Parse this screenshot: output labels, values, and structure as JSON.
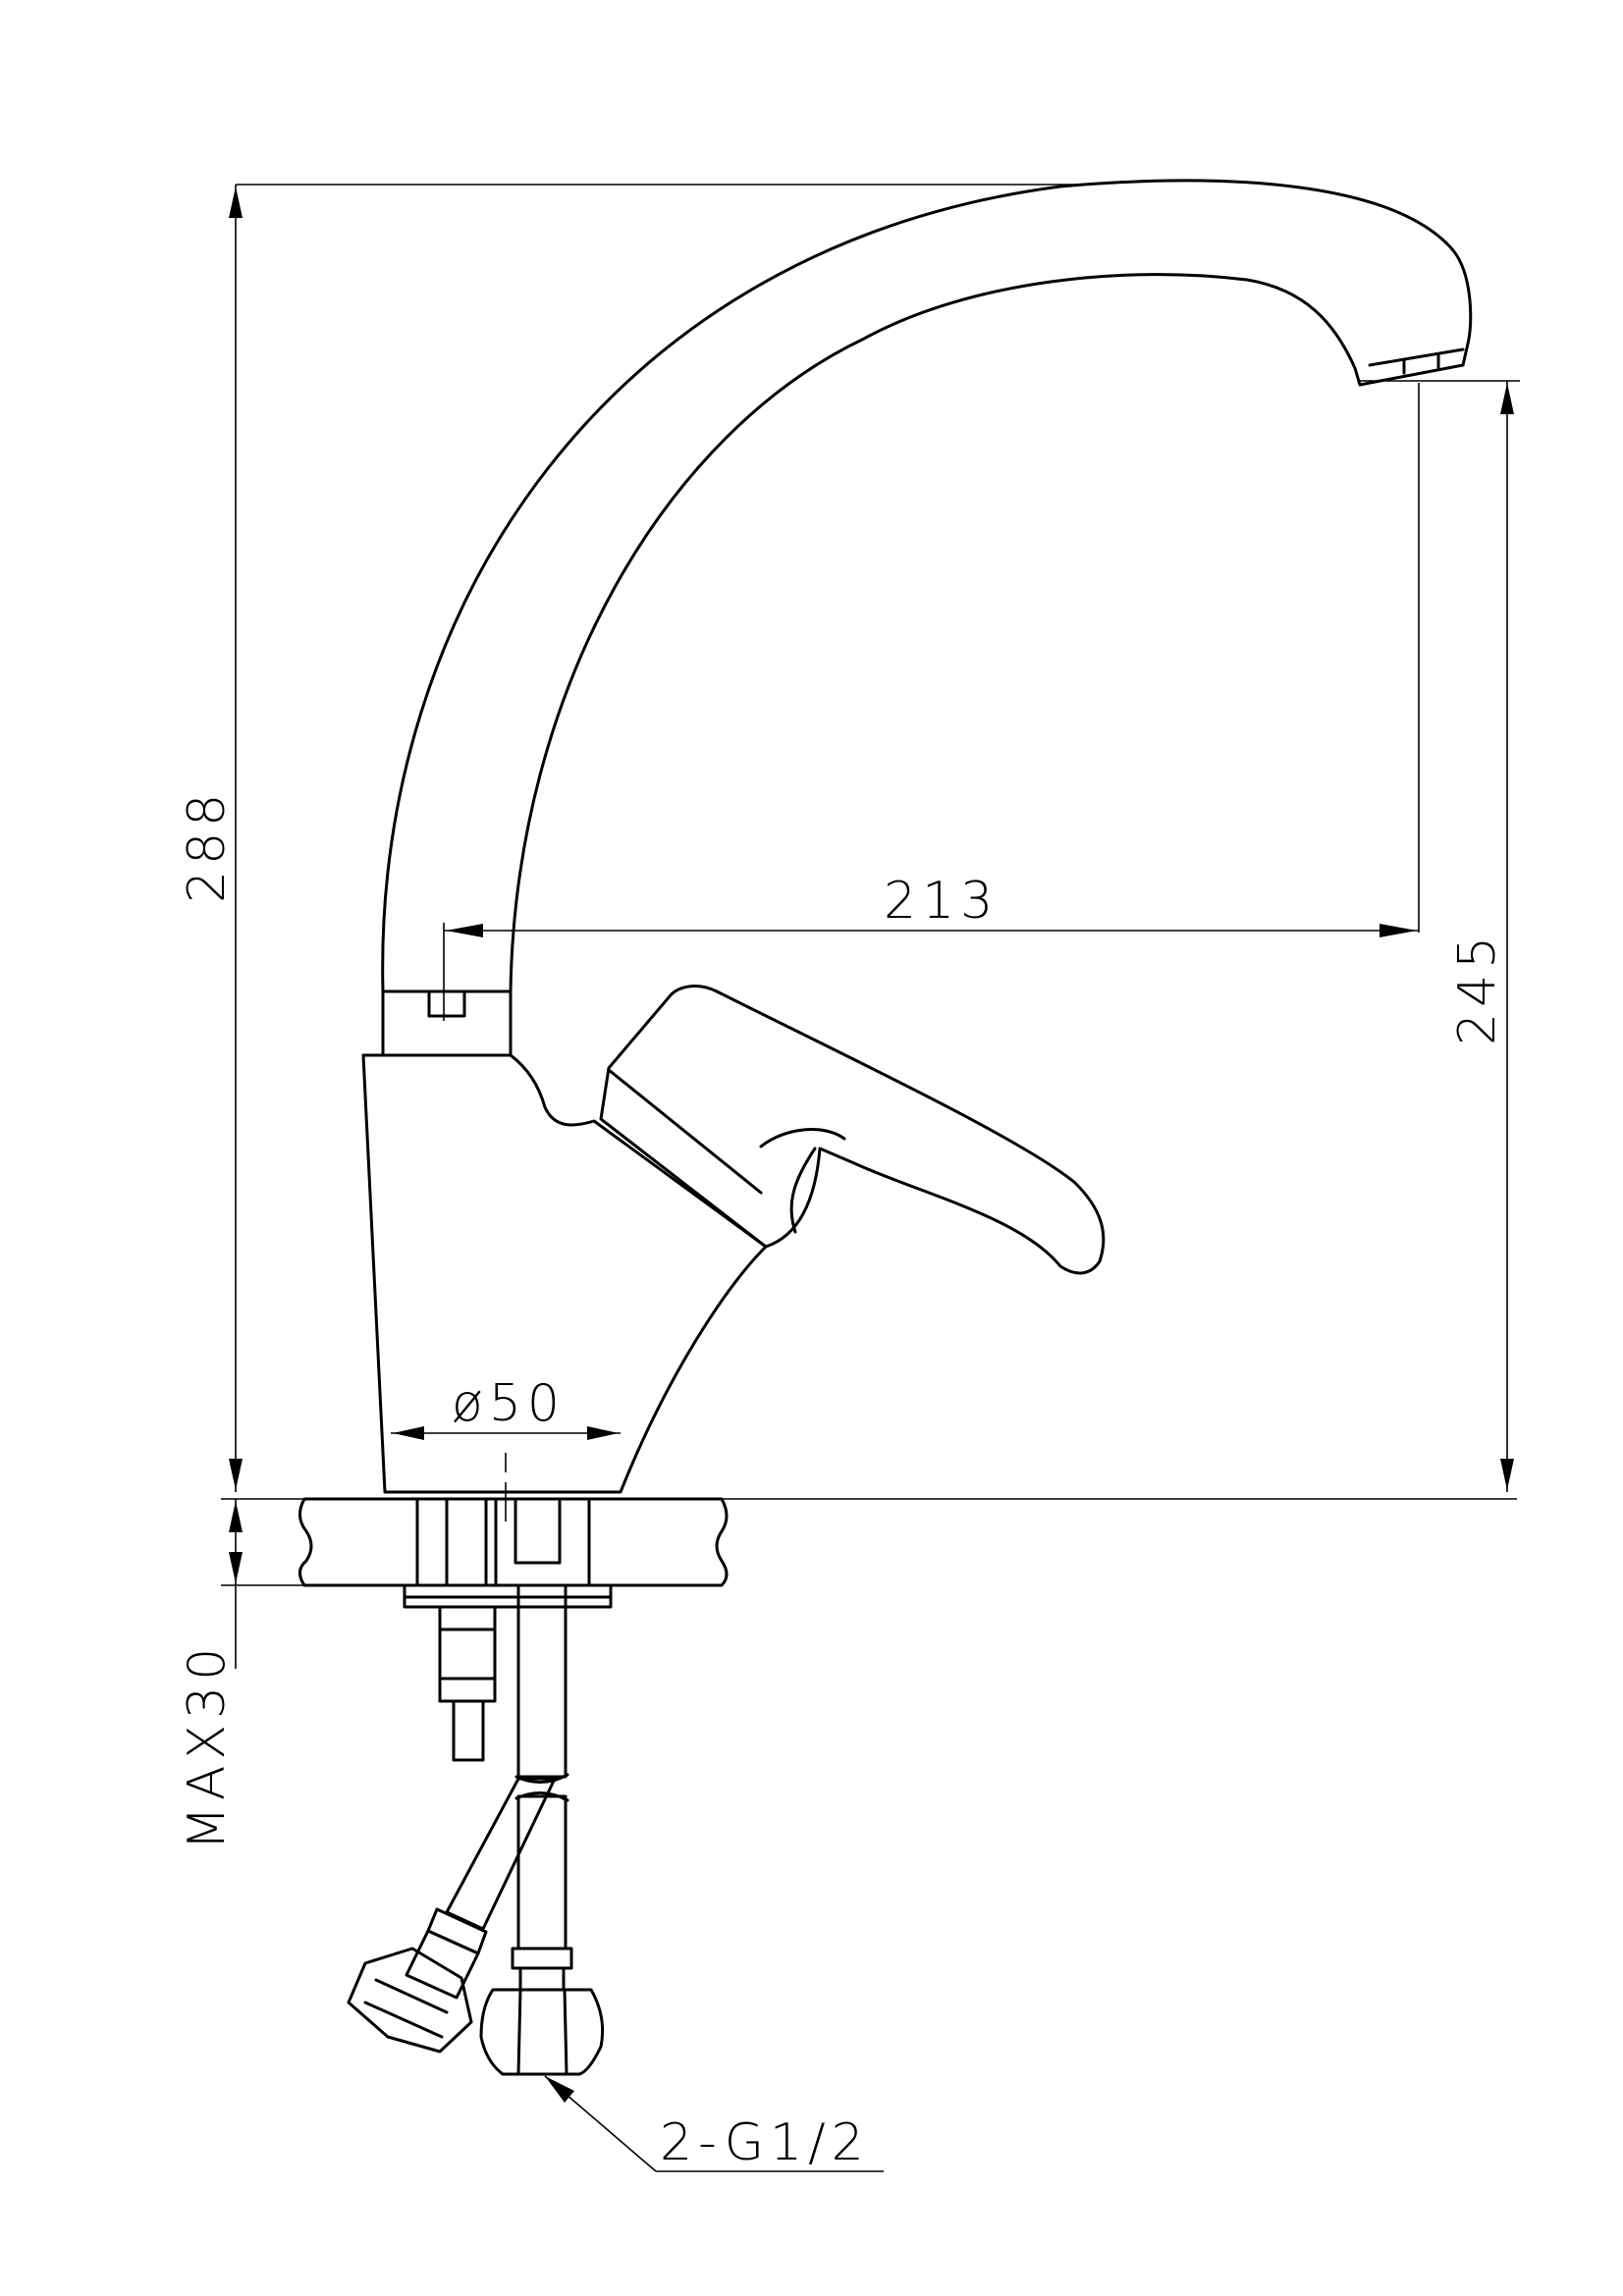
{
  "drawing": {
    "dimensions": {
      "total_height": "288",
      "spout_reach": "213",
      "spout_height": "245",
      "base_diameter": "ø50",
      "max_counter_thickness": "MAX30",
      "connection": "2-G1/2"
    }
  }
}
